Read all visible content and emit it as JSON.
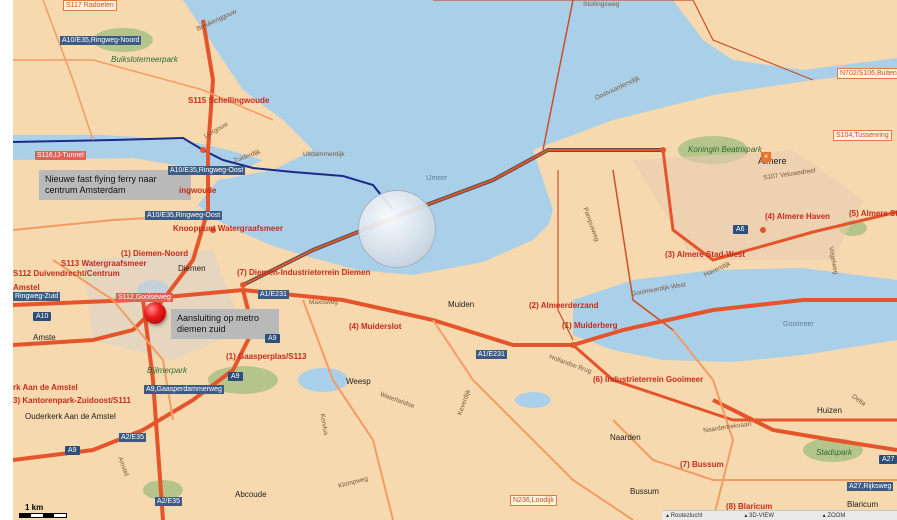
{
  "colors": {
    "land": "#f6d9ae",
    "water": "#aacfe9",
    "highway": "#e5542a",
    "road": "#f49b63",
    "park": "#b5c48a",
    "ferry": "#1c2b8a"
  },
  "callouts": {
    "ferry": "Nieuwe fast flying ferry naar centrum Amsterdam",
    "metro": "Aansluiting op metro diemen zuid"
  },
  "scale": {
    "label": "1 km"
  },
  "toolbar": {
    "items": [
      "Routezlucht",
      "3D-VIEW",
      "ZOOM"
    ]
  },
  "tags": {
    "s117_top": "S117 Radoelen",
    "ring_noord": "A10/E35,Ringweg-Noord",
    "tunnel": "S116,IJ-Tunnel",
    "ring_oost1": "A10/E35,Ringweg-Oost",
    "ring_oost2": "A10/E35,Ringweg-Oost",
    "ring_zuid": "Ringweg-Zuid",
    "gooiseweg": "S112,Gooiseweg",
    "a1_1": "A1/E231",
    "a1_2": "A1/E231",
    "a9_gaasperdam": "A9,Gaasperdammerweg",
    "a2e35": "A2/E35",
    "a2e35_b": "A2/E35",
    "n702": "N702/S106,Buitenring",
    "s104": "S104,Tussenring",
    "n236": "N236,Loodijk",
    "a27_rijksweg": "A27,Rijksweg",
    "top_right": "Stollingsweg"
  },
  "shields": {
    "a10": "A10",
    "a9_1": "A9",
    "a9_2": "A9",
    "a9_3": "A9",
    "a6": "A6",
    "a27": "A27"
  },
  "exits": {
    "s115": "S115 Schellingwoude",
    "ringwoude": "ingwoude",
    "knooppunt": "Knooppunt Watergraafsmeer",
    "diemen_noord": "(1) Diemen-Noord",
    "s113": "S113 Watergraafsmeer",
    "s112": "S112 Duivendrecht/Centrum",
    "amstel": "Amstel",
    "diemen_ind": "(7) Diemen-Industrieterrein Diemen",
    "muiderslot": "(4) Muiderslot",
    "gaasperplas": "(1) Gaasperplas/S113",
    "aan_de_amstel": "rk Aan de Amstel",
    "kantorenpark": "3) Kantorenpark-Zuidoost/S111",
    "almeerderzand": "(2) Almeerderzand",
    "muiderberg": "(1) Muiderberg",
    "industrie_gooimeer": "(6) Industrieterrein Gooimeer",
    "almere_haven": "(4) Almere Haven",
    "almere_stad_west": "(3) Almere Stad-West",
    "almere_stad": "(5) Almere St",
    "bussum": "(7) Bussum",
    "blaricum_exit": "(8) Blaricum"
  },
  "places": {
    "diemen": "Diemen",
    "muiden": "Muiden",
    "weesp": "Weesp",
    "naarden": "Naarden",
    "bussum": "Bussum",
    "huizen": "Huizen",
    "blaricum": "Blaricum",
    "abcoude": "Abcoude",
    "ouderkerk": "Ouderkerk Aan de Amstel",
    "almere": "Almere",
    "amste": "Amste"
  },
  "parks": {
    "buiksloter": "Buiksloterneerpark",
    "bijlmer": "Bijlmerpark",
    "beatrix": "Koningin Beatrixpark",
    "stadspark": "Stadspark"
  },
  "water": {
    "ijmeer": "IJmeer",
    "gooimeer": "Gooimeer"
  },
  "roads": {
    "breukeriggouw": "Breukeriggouw",
    "uitdammerdijk": "Uitdammerdijk",
    "liergouw": "Liergouw",
    "zuiderdijk": "Zuiderdijk",
    "maxisweg": "Maxisweg",
    "pampusweg": "Pampusweg",
    "oostvaardersdijk": "Oostvaardersdijk",
    "hollandsebrug": "Hollandse Brug",
    "gooimeerdijkwest": "Gooimeerdijk-West",
    "havendijk": "Havendijk",
    "waterlandse": "Waterlandse",
    "keverdijk": "Keverdijk",
    "klompweg": "Klompweg",
    "naardertrekvaart": "Naardertrekvaart",
    "vogelweg": "Vogelweg",
    "veluwedreef": "S107 Veluwedreef",
    "delta": "Delta",
    "korvlus": "Korvlus",
    "amstelweg": "Amstel"
  }
}
